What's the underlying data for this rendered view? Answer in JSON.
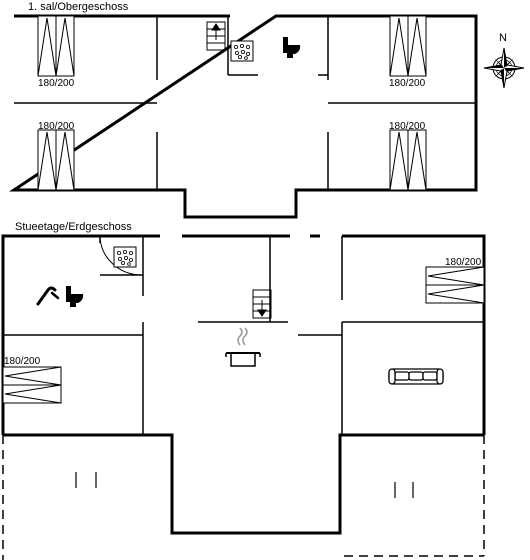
{
  "floors": {
    "upper_title": "1. sal/Obergeschoss",
    "ground_title": "Stueetage/Erdgeschoss"
  },
  "compass": {
    "north_label": "N"
  },
  "beds": {
    "upper_tl": "180/200",
    "upper_tr": "180/200",
    "upper_bl": "180/200",
    "upper_br": "180/200",
    "ground_r": "180/200",
    "ground_l": "180/200"
  },
  "icons": [
    "stairs-up-icon",
    "whirlpool-icon",
    "toilet-icon",
    "shower-icon",
    "stairs-down-icon",
    "cooking-pot-icon",
    "sofa-icon",
    "compass-icon",
    "double-bed-icon"
  ]
}
